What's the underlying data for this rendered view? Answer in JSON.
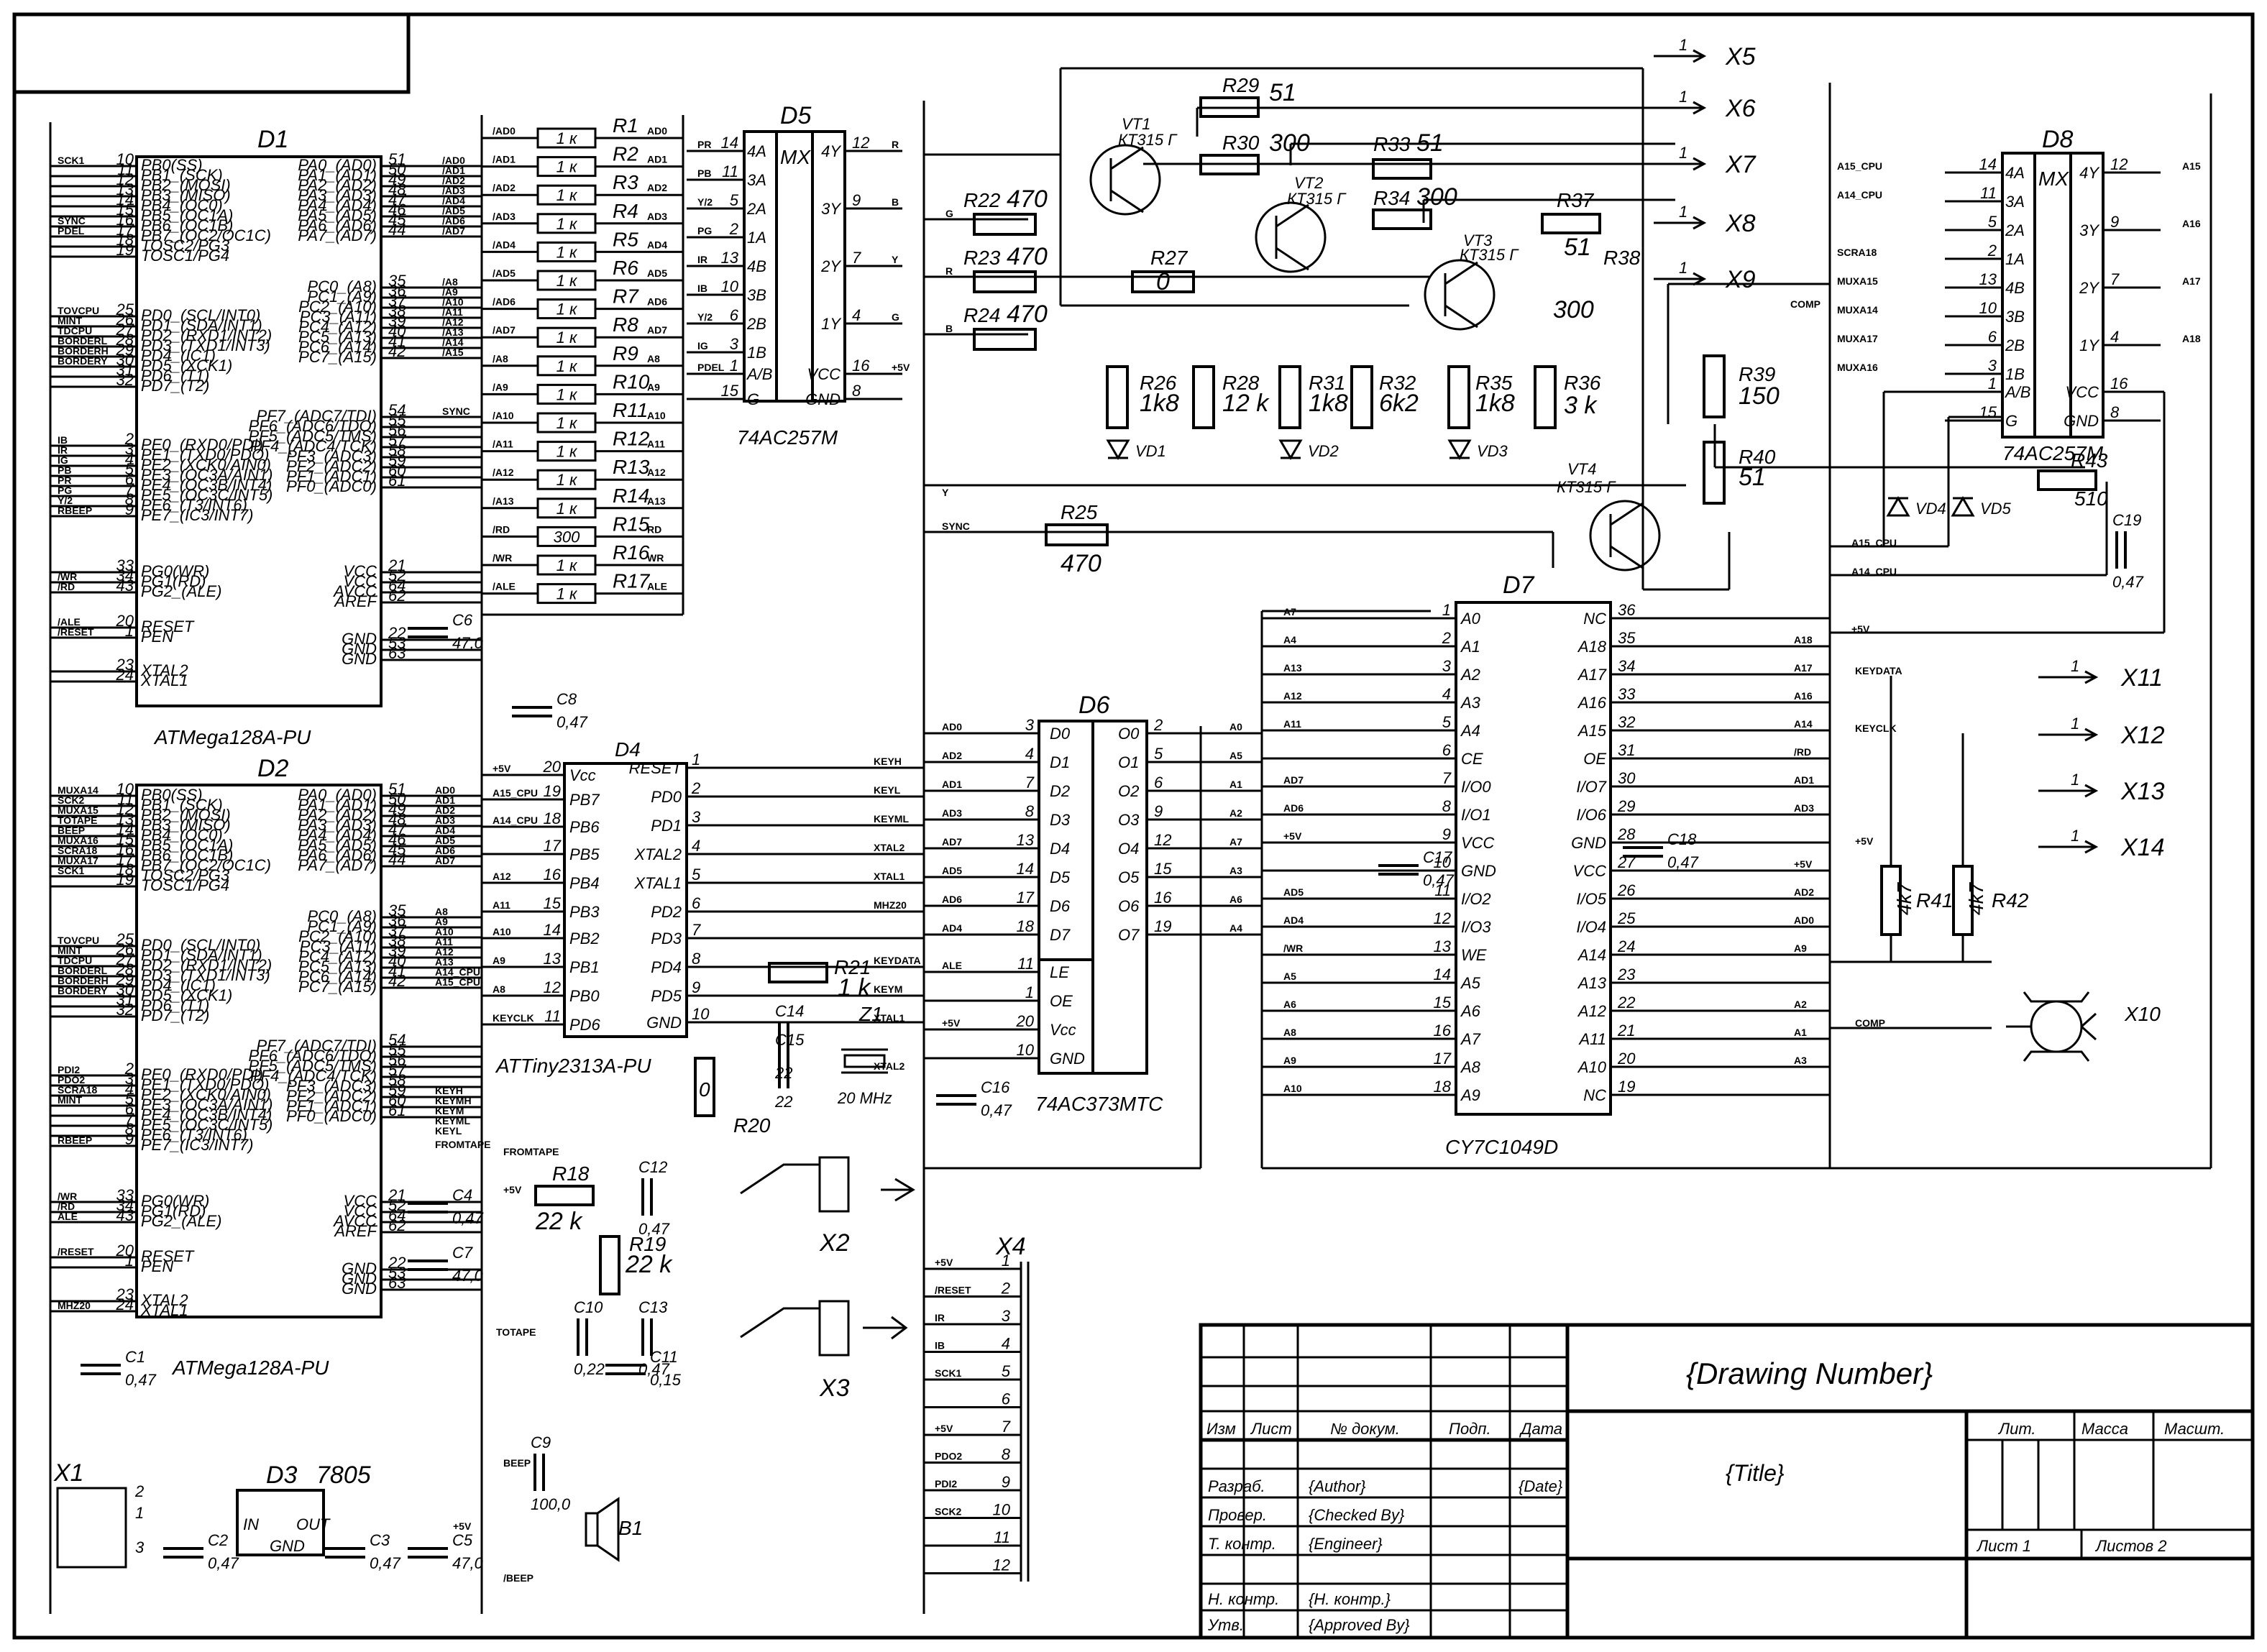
{
  "ic": {
    "d1": {
      "ref": "D1",
      "part": "ATMega128A-PU",
      "left_pins": [
        "10",
        "11",
        "12",
        "13",
        "14",
        "15",
        "16",
        "17",
        "18",
        "19",
        "25",
        "26",
        "27",
        "28",
        "29",
        "30",
        "31",
        "32",
        "2",
        "3",
        "4",
        "5",
        "6",
        "7",
        "8",
        "9",
        "33",
        "34",
        "43",
        "20",
        "1",
        "23",
        "24"
      ],
      "left_names": [
        "PB0(SS)",
        "PB1_(SCK)",
        "PB2_(MOSI)",
        "PB3_(MISO)",
        "PB4_(OC0)",
        "PB5_(OC1A)",
        "PB6_(OC1B)",
        "PB7_(OC2/OC1C)",
        "TOSC2/PG3",
        "TOSC1/PG4",
        "PD0_(SCL/INT0)",
        "PD1_(SDA/INT1)",
        "PD2_(RXD1/INT2)",
        "PD3_(TXD1/INT3)",
        "PD4_(IC1)",
        "PD5_(XCK1)",
        "PD6_(T1)",
        "PD7_(T2)",
        "PE0_(RXD0/PDI)",
        "PE1_(TXD0/PDO)",
        "PE2_(XCK0/AIN0)",
        "PE3_(OC3A/AIN1)",
        "PE4_(OC3B/INT4)",
        "PE5_(OC3C/INT5)",
        "PE6_(T3/INT6)",
        "PE7_(IC3/INT7)",
        "PG0(WR)",
        "PG1(RD)",
        "PG2_(ALE)",
        "RESET",
        "PEN",
        "XTAL2",
        "XTAL1"
      ],
      "right_pins": [
        "51",
        "50",
        "49",
        "48",
        "47",
        "46",
        "45",
        "44",
        "35",
        "36",
        "37",
        "38",
        "39",
        "40",
        "41",
        "42",
        "54",
        "55",
        "56",
        "57",
        "58",
        "59",
        "60",
        "61",
        "21",
        "52",
        "64",
        "62",
        "22",
        "53",
        "63"
      ],
      "right_names": [
        "PA0_(AD0)",
        "PA1_(AD1)",
        "PA2_(AD2)",
        "PA3_(AD3)",
        "PA4_(AD4)",
        "PA5_(AD5)",
        "PA6_(AD6)",
        "PA7_(AD7)",
        "PC0_(A8)",
        "PC1_(A9)",
        "PC2_(A10)",
        "PC3_(A11)",
        "PC4_(A12)",
        "PC5_(A13)",
        "PC6_(A14)",
        "PC7_(A15)",
        "PF7_(ADC7/TDI)",
        "PF6_(ADC6/TDO)",
        "PF5_(ADC5/TMS)",
        "PF4_(ADC4/TCK)",
        "PF3_(ADC3)",
        "PF2_(ADC2)",
        "PF1_(ADC1)",
        "PF0_(ADC0)",
        "VCC",
        "VCC",
        "AVCC",
        "AREF",
        "GND",
        "GND",
        "GND"
      ]
    },
    "d2": {
      "ref": "D2",
      "part": "ATMega128A-PU"
    },
    "d3": {
      "ref": "D3",
      "part": "7805",
      "pins": [
        "IN",
        "OUT",
        "GND"
      ]
    },
    "d4": {
      "ref": "D4",
      "part": "ATTiny2313A-PU",
      "left_pins": [
        "20",
        "19",
        "18",
        "17",
        "16",
        "15",
        "14",
        "13",
        "12",
        "11"
      ],
      "left_names": [
        "Vcc",
        "PB7",
        "PB6",
        "PB5",
        "PB4",
        "PB3",
        "PB2",
        "PB1",
        "PB0",
        "PD6"
      ],
      "right_pins": [
        "1",
        "2",
        "3",
        "4",
        "5",
        "6",
        "7",
        "8",
        "9",
        "10"
      ],
      "right_names": [
        "RESET",
        "PD0",
        "PD1",
        "XTAL2",
        "XTAL1",
        "PD2",
        "PD3",
        "PD4",
        "PD5",
        "GND"
      ]
    },
    "d5": {
      "ref": "D5",
      "part": "74AC257M",
      "left_pins": [
        "14",
        "11",
        "5",
        "2",
        "13",
        "10",
        "6",
        "3",
        "1",
        "15"
      ],
      "left_names": [
        "4A",
        "3A",
        "2A",
        "1A",
        "4B",
        "3B",
        "2B",
        "1B",
        "A/B",
        "G"
      ],
      "right_pins": [
        "12",
        "9",
        "7",
        "4",
        "16",
        "8"
      ],
      "right_names": [
        "4Y",
        "3Y",
        "2Y",
        "1Y",
        "VCC",
        "GND"
      ]
    },
    "d6": {
      "ref": "D6",
      "part": "74AC373MTC",
      "left_pins": [
        "3",
        "4",
        "7",
        "8",
        "13",
        "14",
        "17",
        "18",
        "11",
        "1",
        "20",
        "10"
      ],
      "left_names": [
        "D0",
        "D1",
        "D2",
        "D3",
        "D4",
        "D5",
        "D6",
        "D7",
        "LE",
        "OE",
        "Vcc",
        "GND"
      ],
      "right_pins": [
        "2",
        "5",
        "6",
        "9",
        "12",
        "15",
        "16",
        "19"
      ],
      "right_names": [
        "O0",
        "O1",
        "O2",
        "O3",
        "O4",
        "O5",
        "O6",
        "O7"
      ]
    },
    "d7": {
      "ref": "D7",
      "part": "CY7C1049D",
      "left_pins": [
        "1",
        "2",
        "3",
        "4",
        "5",
        "6",
        "7",
        "8",
        "9",
        "10",
        "11",
        "12",
        "13",
        "14",
        "15",
        "16",
        "17",
        "18"
      ],
      "left_names": [
        "A0",
        "A1",
        "A2",
        "A3",
        "A4",
        "CE",
        "I/O0",
        "I/O1",
        "VCC",
        "GND",
        "I/O2",
        "I/O3",
        "WE",
        "A5",
        "A6",
        "A7",
        "A8",
        "A9"
      ],
      "right_pins": [
        "36",
        "35",
        "34",
        "33",
        "32",
        "31",
        "30",
        "29",
        "28",
        "27",
        "26",
        "25",
        "24",
        "23",
        "22",
        "21",
        "20",
        "19"
      ],
      "right_names": [
        "NC",
        "A18",
        "A17",
        "A16",
        "A15",
        "OE",
        "I/O7",
        "I/O6",
        "GND",
        "VCC",
        "I/O5",
        "I/O4",
        "A14",
        "A13",
        "A12",
        "A11",
        "A10",
        "NC"
      ]
    },
    "d8": {
      "ref": "D8",
      "part": "74AC257M"
    }
  },
  "net_labels": {
    "d1_left": [
      "SCK1",
      "",
      "",
      "",
      "",
      "",
      "SYNC",
      "PDEL",
      "",
      "",
      "TOVCPU",
      "MINT",
      "TDCPU",
      "BORDERL",
      "BORDERH",
      "BORDERY",
      "",
      "",
      "IB",
      "IR",
      "IG",
      "PB",
      "PR",
      "PG",
      "Y/2",
      "RBEEP",
      "",
      "/WR",
      "/RD",
      "/ALE",
      "/RESET",
      "",
      "",
      "MHZ20"
    ],
    "d1_right": [
      "/AD0",
      "/AD1",
      "/AD2",
      "/AD3",
      "/AD4",
      "/AD5",
      "/AD6",
      "/AD7",
      "/A8",
      "/A9",
      "/A10",
      "/A11",
      "/A12",
      "/A13",
      "/A14",
      "/A15",
      "SYNC"
    ],
    "d2_left": [
      "MUXA14",
      "SCK2",
      "MUXA15",
      "TOTAPE",
      "BEEP",
      "MUXA16",
      "SCRA18",
      "MUXA17",
      "SCK1",
      "",
      "TOVCPU",
      "MINT",
      "TDCPU",
      "BORDERL",
      "BORDERH",
      "BORDERY",
      "",
      "",
      "PDI2",
      "PDO2",
      "SCRA18",
      "MINT",
      "",
      "",
      "",
      "RBEEP",
      "/WR",
      "/RD",
      "ALE",
      "/RESET",
      "",
      "",
      "MHZ20"
    ],
    "d2_right": [
      "AD0",
      "AD1",
      "AD2",
      "AD3",
      "AD4",
      "AD5",
      "AD6",
      "AD7",
      "A8",
      "A9",
      "A10",
      "A11",
      "A12",
      "A13",
      "A14_CPU",
      "A15_CPU",
      "FROMTAPE",
      "KEYH",
      "KEYMH",
      "KEYM",
      "KEYML",
      "KEYL"
    ],
    "res_left": [
      "/AD0",
      "/AD1",
      "/AD2",
      "/AD3",
      "/AD4",
      "/AD5",
      "/AD6",
      "/AD7",
      "/A8",
      "/A9",
      "/A10",
      "/A11",
      "/A12",
      "/A13",
      "/RD",
      "/WR",
      "/ALE"
    ],
    "res_right": [
      "AD0",
      "AD1",
      "AD2",
      "AD3",
      "AD4",
      "AD5",
      "AD6",
      "AD7",
      "A8",
      "A9",
      "A10",
      "A11",
      "A12",
      "A13",
      "RD",
      "WR",
      "ALE"
    ],
    "d5_left": [
      "PR",
      "PB",
      "Y/2",
      "PG",
      "IR",
      "IB",
      "Y/2",
      "IG",
      "PDEL"
    ],
    "d5_right": [
      "R",
      "B",
      "Y",
      "G",
      "+5V"
    ],
    "d4_left": [
      "+5V",
      "A15_CPU",
      "A14_CPU",
      "",
      "A12",
      "A11",
      "A10",
      "A9",
      "A8",
      "KEYCLK"
    ],
    "d4_right": [
      "",
      "KEYH",
      "KEYL",
      "KEYML",
      "XTAL2",
      "XTAL1",
      "MHZ20",
      "KEYDATA",
      "KEYM",
      "XTAL1",
      "XTAL2"
    ],
    "d6_left": [
      "AD0",
      "AD2",
      "AD1",
      "AD3",
      "AD7",
      "AD5",
      "AD6",
      "AD4",
      "ALE",
      "",
      "+5V",
      ""
    ],
    "d6_right": [
      "A0",
      "A5",
      "A1",
      "A2",
      "A7",
      "A3",
      "A6",
      "A4"
    ],
    "d7_left": [
      "A7",
      "A4",
      "A13",
      "A12",
      "A11",
      "",
      "AD7",
      "AD6",
      "+5V",
      "",
      "AD5",
      "AD4",
      "/WR",
      "A5",
      "A6",
      "A8",
      "A9",
      "A10"
    ],
    "d7_right": [
      "",
      "A18",
      "A17",
      "A16",
      "A14",
      "/RD",
      "AD1",
      "AD3",
      "",
      "+5V",
      "AD2",
      "AD0",
      "A9",
      "",
      "A2",
      "A1",
      "A3",
      ""
    ],
    "d8_left": [
      "A15_CPU",
      "A14_CPU",
      "",
      "SCRA18",
      "MUXA15",
      "MUXA14",
      "MUXA17",
      "MUXA16"
    ],
    "d8_right": [
      "A15",
      "A16",
      "A17",
      "A18"
    ],
    "x4_nets": [
      "+5V",
      "/RESET",
      "IR",
      "IB",
      "SCK1",
      "",
      "+5V",
      "PDO2",
      "PDI2",
      "SCK2"
    ],
    "misc": [
      "COMP",
      "Y",
      "SYNC",
      "G",
      "R",
      "B",
      "A15_CPU",
      "A14_CPU",
      "+5V",
      "KEYDATA",
      "KEYCLK",
      "+5V",
      "COMP",
      "FROMTAPE",
      "TOTAPE",
      "BEEP",
      "/BEEP",
      "+5V",
      "+5V"
    ]
  },
  "resistors": {
    "array": [
      {
        "ref": "R1",
        "value": "1 к"
      },
      {
        "ref": "R2",
        "value": "1 к"
      },
      {
        "ref": "R3",
        "value": "1 к"
      },
      {
        "ref": "R4",
        "value": "1 к"
      },
      {
        "ref": "R5",
        "value": "1 к"
      },
      {
        "ref": "R6",
        "value": "1 к"
      },
      {
        "ref": "R7",
        "value": "1 к"
      },
      {
        "ref": "R8",
        "value": "1 к"
      },
      {
        "ref": "R9",
        "value": "1 к"
      },
      {
        "ref": "R10",
        "value": "1 к"
      },
      {
        "ref": "R11",
        "value": "1 к"
      },
      {
        "ref": "R12",
        "value": "1 к"
      },
      {
        "ref": "R13",
        "value": "1 к"
      },
      {
        "ref": "R14",
        "value": "1 к"
      },
      {
        "ref": "R15",
        "value": "300"
      },
      {
        "ref": "R16",
        "value": "1 к"
      },
      {
        "ref": "R17",
        "value": "1 к"
      }
    ],
    "r18": {
      "ref": "R18",
      "value": "22 k"
    },
    "r19": {
      "ref": "R19",
      "value": "22 k"
    },
    "r20": {
      "ref": "R20",
      "value": "0"
    },
    "r21": {
      "ref": "R21",
      "value": "1 k"
    },
    "r22": {
      "ref": "R22",
      "value": "470"
    },
    "r23": {
      "ref": "R23",
      "value": "470"
    },
    "r24": {
      "ref": "R24",
      "value": "470"
    },
    "r25": {
      "ref": "R25",
      "value": "470"
    },
    "r26": {
      "ref": "R26",
      "value": "1k8"
    },
    "r27": {
      "ref": "R27",
      "value": "0"
    },
    "r28": {
      "ref": "R28",
      "value": "12 k"
    },
    "r29": {
      "ref": "R29",
      "value": "51"
    },
    "r30": {
      "ref": "R30",
      "value": "300"
    },
    "r31": {
      "ref": "R31",
      "value": "1k8"
    },
    "r32": {
      "ref": "R32",
      "value": "6k2"
    },
    "r33": {
      "ref": "R33",
      "value": "51"
    },
    "r34": {
      "ref": "R34",
      "value": "300"
    },
    "r35": {
      "ref": "R35",
      "value": "1k8"
    },
    "r36": {
      "ref": "R36",
      "value": "3 k"
    },
    "r37": {
      "ref": "R37",
      "value": "51"
    },
    "r38": {
      "ref": "R38",
      "value": "300"
    },
    "r39": {
      "ref": "R39",
      "value": "150"
    },
    "r40": {
      "ref": "R40",
      "value": "51"
    },
    "r41": {
      "ref": "R41",
      "value": "4k7"
    },
    "r42": {
      "ref": "R42",
      "value": "4k7"
    },
    "r43": {
      "ref": "R43",
      "value": "510"
    }
  },
  "capacitors": {
    "c1": {
      "ref": "C1",
      "value": "0,47"
    },
    "c2": {
      "ref": "C2",
      "value": "0,47"
    },
    "c3": {
      "ref": "C3",
      "value": "0,47"
    },
    "c4": {
      "ref": "C4",
      "value": "0,47"
    },
    "c5": {
      "ref": "C5",
      "value": "47,0"
    },
    "c6": {
      "ref": "C6",
      "value": "47,0"
    },
    "c7": {
      "ref": "C7",
      "value": "47,0"
    },
    "c8": {
      "ref": "C8",
      "value": "0,47"
    },
    "c9": {
      "ref": "C9",
      "value": "100,0"
    },
    "c10": {
      "ref": "C10",
      "value": "0,22"
    },
    "c11": {
      "ref": "C11",
      "value": "0,15"
    },
    "c12": {
      "ref": "C12",
      "value": "0,47"
    },
    "c13": {
      "ref": "C13",
      "value": "0,47"
    },
    "c14": {
      "ref": "C14",
      "value": "22"
    },
    "c15": {
      "ref": "C15",
      "value": "22"
    },
    "c16": {
      "ref": "C16",
      "value": "0,47"
    },
    "c17": {
      "ref": "C17",
      "value": "0,47"
    },
    "c18": {
      "ref": "C18",
      "value": "0,47"
    },
    "c19": {
      "ref": "C19",
      "value": "0,47"
    }
  },
  "transistors": [
    {
      "ref": "VT1",
      "part": "КТ315 Г"
    },
    {
      "ref": "VT2",
      "part": "КТ315 Г"
    },
    {
      "ref": "VT3",
      "part": "КТ315 Г"
    },
    {
      "ref": "VT4",
      "part": "КТ315 Г"
    }
  ],
  "diodes": [
    "VD1",
    "VD2",
    "VD3",
    "VD4",
    "VD5"
  ],
  "crystal": {
    "ref": "Z1",
    "value": "20 MHz"
  },
  "buzzer": {
    "ref": "B1"
  },
  "connectors": {
    "x1": "X1",
    "x2": "X2",
    "x3": "X3",
    "x4": "X4",
    "x10": "X10",
    "right_outputs": [
      "X5",
      "X6",
      "X7",
      "X8",
      "X9"
    ],
    "right_outputs2": [
      "X11",
      "X12",
      "X13",
      "X14"
    ],
    "x4_pins": [
      "1",
      "2",
      "3",
      "4",
      "5",
      "6",
      "7",
      "8",
      "9",
      "10",
      "11",
      "12"
    ],
    "x1_pins": [
      "2",
      "1",
      "3"
    ],
    "single_pin": "1"
  },
  "title_block": {
    "drawing_number": "{Drawing Number}",
    "title": "{Title}",
    "col_headers": [
      "Изм",
      "Лист",
      "№ докум.",
      "Подп.",
      "Дата"
    ],
    "rows": [
      {
        "role": "Разраб.",
        "name": "{Author}",
        "date": "{Date}"
      },
      {
        "role": "Провер.",
        "name": "{Checked By}",
        "date": ""
      },
      {
        "role": "Т. контр.",
        "name": "{Engineer}",
        "date": ""
      },
      {
        "role": "Н. контр.",
        "name": "{Н. контр.}",
        "date": ""
      },
      {
        "role": "Утв.",
        "name": "{Approved By}",
        "date": ""
      }
    ],
    "lit": "Лит.",
    "mass": "Масса",
    "scale": "Масшт.",
    "sheet": "Лист  1",
    "sheets": "Листов  2"
  },
  "line_color": "#000000",
  "background": "#ffffff"
}
